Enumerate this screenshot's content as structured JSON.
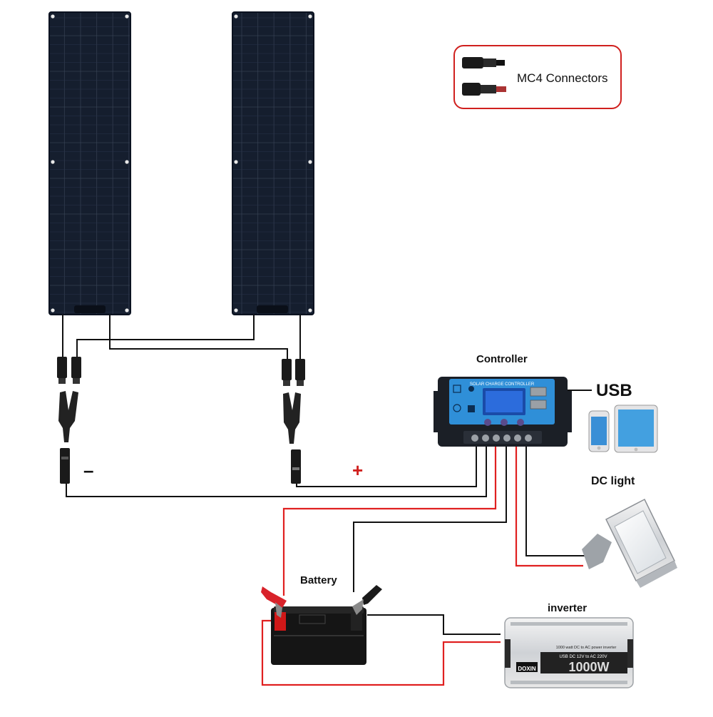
{
  "legend": {
    "text": "MC4 Connectors"
  },
  "labels": {
    "controller": "Controller",
    "usb": "USB",
    "dc_light": "DC light",
    "battery": "Battery",
    "inverter": "inverter",
    "minus": "–",
    "plus": "+"
  },
  "controller_panel": {
    "banner": "SOLAR CHARGE CONTROLLER"
  },
  "inverter_device": {
    "brand": "DOXIN",
    "spec_line": "1000 watt DC to AC power inverter",
    "usb_line": "USB DC 12V to AC 220V",
    "rating": "1000W"
  },
  "colors": {
    "wire_black": "#111111",
    "wire_red": "#e02020",
    "panel": "#151e2e",
    "legend_border": "#d0201e",
    "controller_body": "#1b1f26",
    "controller_face": "#2f8fd8"
  }
}
